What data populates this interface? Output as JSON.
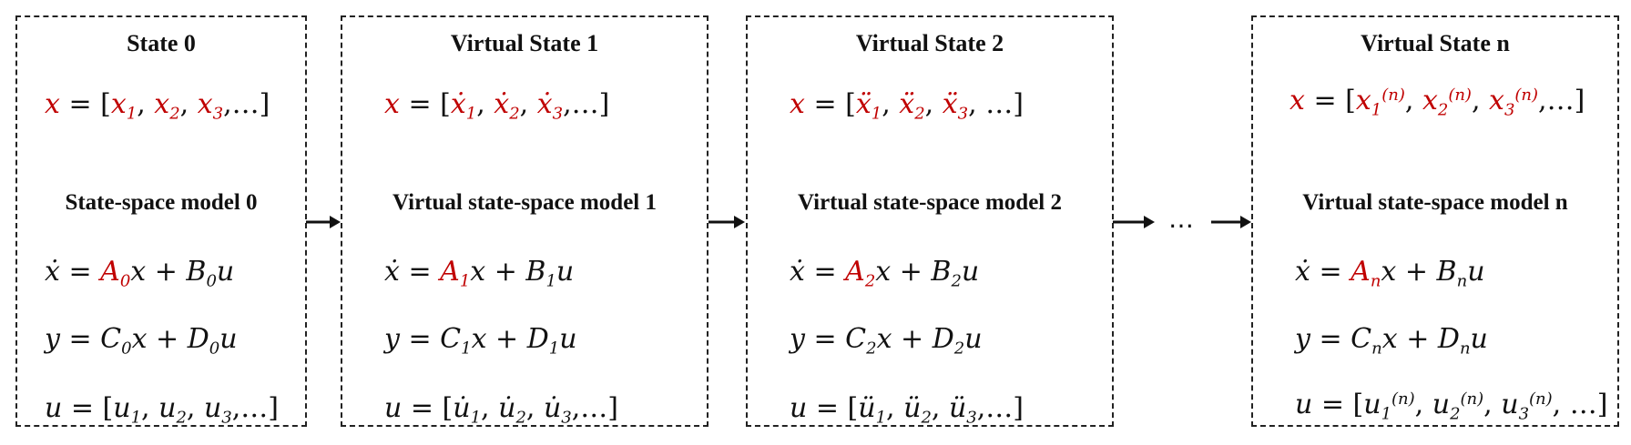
{
  "states": [
    {
      "title": "State 0",
      "model_label": "State-space model 0",
      "x_lhs": "x",
      "x_rhs_1": "x",
      "x_rhs_2": "x",
      "x_rhs_3": "x",
      "dx_A": "A",
      "dx_A_sub": "0",
      "dx_B_sub": "0",
      "y_C_sub": "0",
      "y_D_sub": "0"
    },
    {
      "title": "Virtual State 1",
      "model_label": "Virtual state-space model 1",
      "dx_A_sub": "1",
      "dx_B_sub": "1",
      "y_C_sub": "1",
      "y_D_sub": "1"
    },
    {
      "title": "Virtual State 2",
      "model_label": "Virtual state-space model 2",
      "dx_A_sub": "2",
      "dx_B_sub": "2",
      "y_C_sub": "2",
      "y_D_sub": "2"
    },
    {
      "title": "Virtual State n",
      "model_label": "Virtual state-space model n",
      "dx_A_sub": "n",
      "dx_B_sub": "n",
      "y_C_sub": "n",
      "y_D_sub": "n",
      "sup": "(n)"
    }
  ],
  "ellipsis": "…",
  "colors": {
    "highlight": "#c00000",
    "border": "#222222",
    "text": "#111111"
  }
}
